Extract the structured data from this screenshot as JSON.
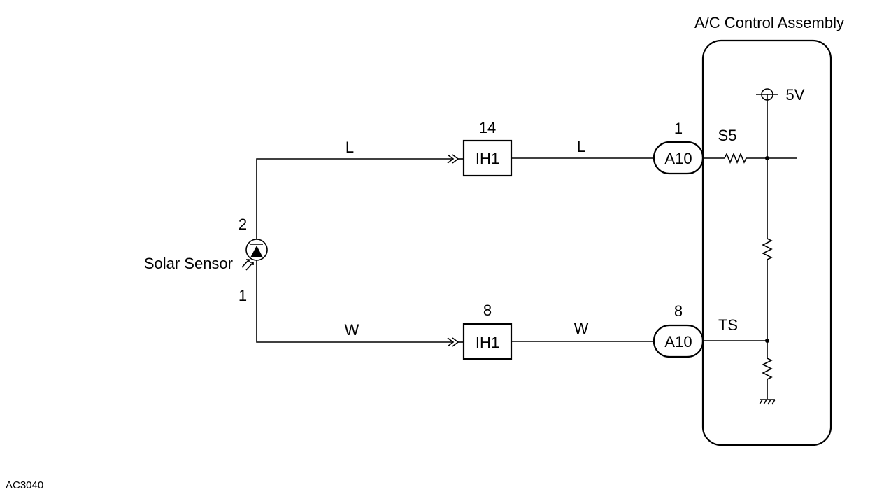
{
  "assembly_title": "A/C Control Assembly",
  "sensor": {
    "name": "Solar Sensor",
    "pin_top": "2",
    "pin_bottom": "1"
  },
  "wires": {
    "top": "L",
    "bottom": "W"
  },
  "junction": {
    "top": {
      "label": "IH1",
      "pin": "14"
    },
    "bottom": {
      "label": "IH1",
      "pin": "8"
    }
  },
  "connector": {
    "top": {
      "label": "A10",
      "pin": "1"
    },
    "bottom": {
      "label": "A10",
      "pin": "8"
    }
  },
  "terminals": {
    "top": "S5",
    "bottom": "TS"
  },
  "supply": "5V",
  "figure_code": "AC3040"
}
